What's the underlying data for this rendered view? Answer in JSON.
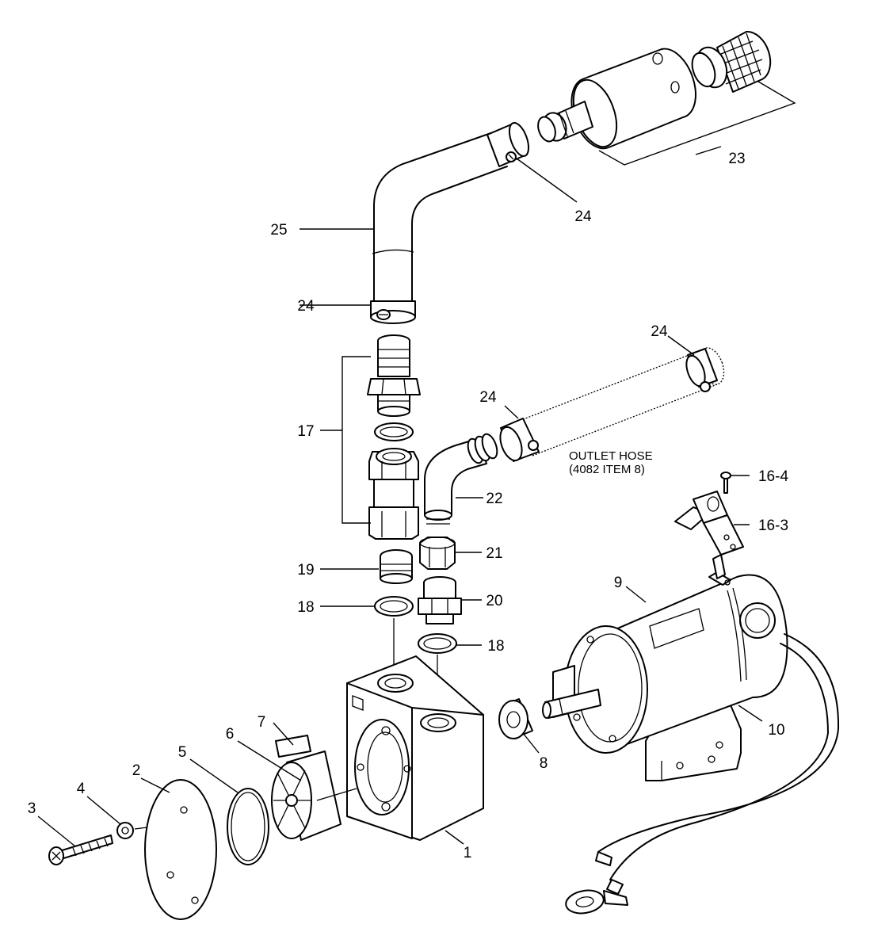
{
  "labels": {
    "p1": "1",
    "p2": "2",
    "p3": "3",
    "p4": "4",
    "p5": "5",
    "p6": "6",
    "p7": "7",
    "p8": "8",
    "p9": "9",
    "p10": "10",
    "p16_3": "16-3",
    "p16_4": "16-4",
    "p17": "17",
    "p18a": "18",
    "p18b": "18",
    "p19": "19",
    "p20": "20",
    "p21": "21",
    "p22": "22",
    "p23": "23",
    "p24a": "24",
    "p24b": "24",
    "p24c": "24",
    "p24d": "24",
    "p25": "25"
  },
  "outlet_note": {
    "line1": "OUTLET HOSE",
    "line2": "(4082 ITEM 8)"
  }
}
